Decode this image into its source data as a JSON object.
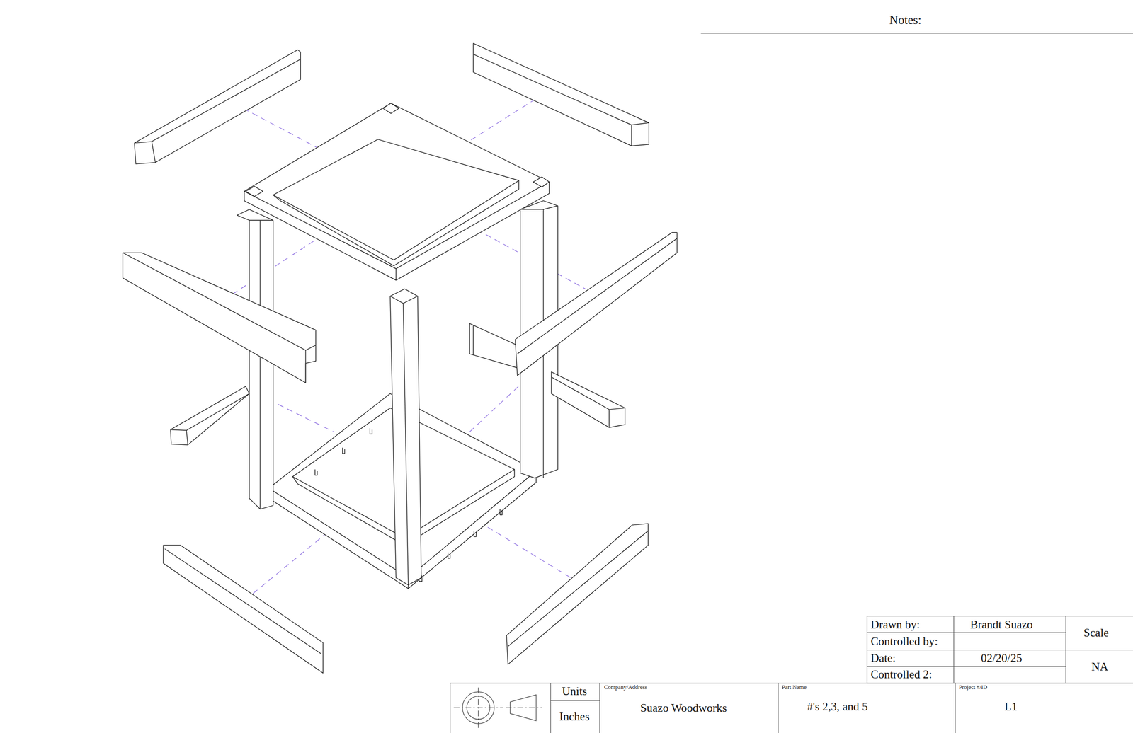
{
  "diagram": {
    "labels": [
      "Notes:",
      "Drawn by:",
      "Brandt Suazo",
      "Controlled by:",
      "Date:",
      "02/20/25",
      "Controlled 2:",
      "Scale",
      "NA",
      "Units",
      "Inches",
      "Company/Address",
      "Suazo Woodworks",
      "Part Name",
      "#'s 2,3, and 5",
      "Project #/ID",
      "L1"
    ]
  }
}
